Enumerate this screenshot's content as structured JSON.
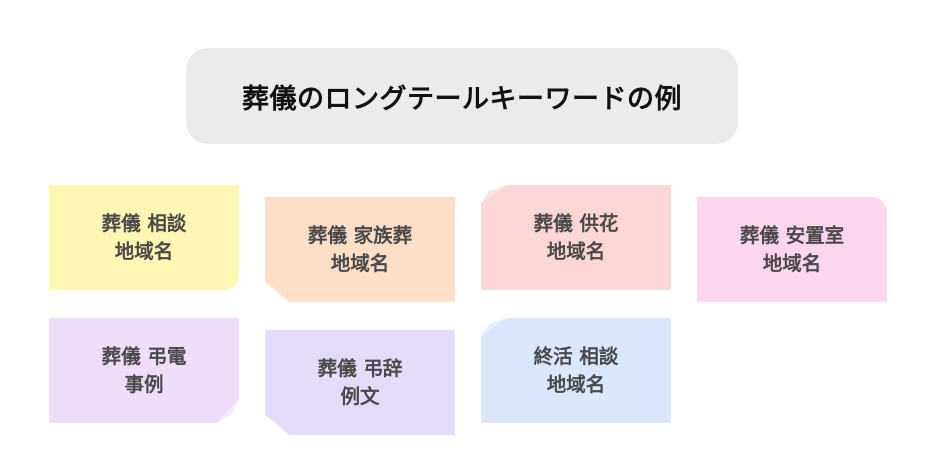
{
  "title": "葬儀のロングテールキーワードの例",
  "notes": [
    {
      "line1": "葬儀 相談",
      "line2": "地域名",
      "color": "#fff6b3"
    },
    {
      "line1": "葬儀 家族葬",
      "line2": "地域名",
      "color": "#fddfc8"
    },
    {
      "line1": "葬儀 供花",
      "line2": "地域名",
      "color": "#fdd6d6"
    },
    {
      "line1": "葬儀 安置室",
      "line2": "地域名",
      "color": "#fcd5ef"
    },
    {
      "line1": "葬儀 弔電",
      "line2": "事例",
      "color": "#f0ddfa"
    },
    {
      "line1": "葬儀 弔辞",
      "line2": "例文",
      "color": "#e4dcfa"
    },
    {
      "line1": "終活 相談",
      "line2": "地域名",
      "color": "#dbe7fc"
    }
  ],
  "colors": {
    "title_bg": "#ebebeb",
    "title_text": "#111111",
    "note_text": "#4a4a4a",
    "background": "#ffffff"
  }
}
